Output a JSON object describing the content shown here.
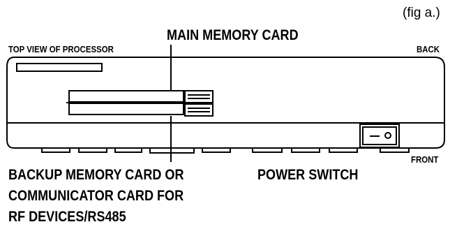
{
  "figure": {
    "fig_label": "(fig a.)",
    "title": "MAIN MEMORY CARD",
    "top_view_label": "TOP VIEW OF PROCESSOR",
    "back_label": "BACK",
    "front_label": "FRONT",
    "power_switch_label": "POWER SWITCH",
    "backup_card_lines": [
      "BACKUP MEMORY CARD OR",
      "COMMUNICATOR CARD FOR",
      "RF DEVICES/RS485"
    ]
  }
}
